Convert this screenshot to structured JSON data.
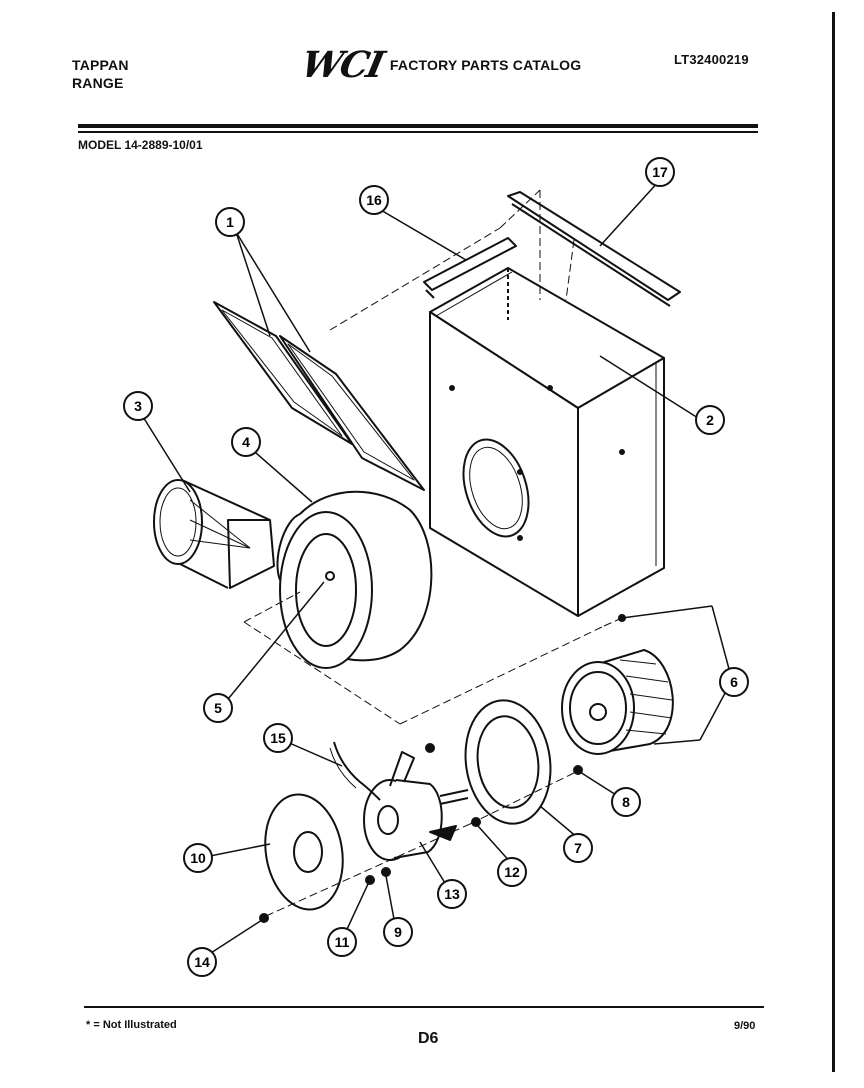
{
  "header": {
    "brand_line1": "TAPPAN",
    "brand_line2": "RANGE",
    "logo_text": "WCI",
    "catalog_title": "FACTORY PARTS CATALOG",
    "doc_number": "LT32400219"
  },
  "model_line": "MODEL 14-2889-10/01",
  "callouts": [
    "1",
    "2",
    "3",
    "4",
    "5",
    "6",
    "7",
    "8",
    "9",
    "10",
    "11",
    "12",
    "13",
    "14",
    "15",
    "16",
    "17"
  ],
  "footer": {
    "note": "* = Not Illustrated",
    "page_code": "D6",
    "date": "9/90"
  }
}
